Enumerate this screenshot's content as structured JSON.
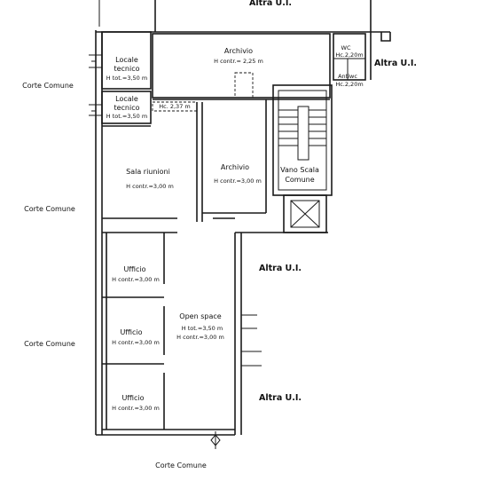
{
  "rooms": {
    "archivio_top": {
      "name": "Archivio",
      "height": "H contr.= 2,25 m"
    },
    "locale_tecnico_1": {
      "line1": "Locale",
      "line2": "tecnico",
      "height": "H tot.=3,50 m"
    },
    "locale_tecnico_2": {
      "line1": "Locale",
      "line2": "tecnico",
      "height": "H tot.=3,50 m"
    },
    "wc": {
      "name": "WC",
      "height": "Hc.2,20m"
    },
    "antiwc": {
      "name": "Antiwc",
      "height": "Hc.2,20m"
    },
    "hc_dashed": {
      "height": "Hc. 2,37 m"
    },
    "sala_riunioni": {
      "name": "Sala riunioni",
      "height": "H contr.=3,00 m"
    },
    "archivio_mid": {
      "name": "Archivio",
      "height": "H contr.=3,00 m"
    },
    "vano_scala": {
      "line1": "Vano Scala",
      "line2": "Comune"
    },
    "ufficio_1": {
      "name": "Ufficio",
      "height": "H contr.=3,00 m"
    },
    "ufficio_2": {
      "name": "Ufficio",
      "height": "H contr.=3,00 m"
    },
    "ufficio_3": {
      "name": "Ufficio",
      "height": "H contr.=3,00 m"
    },
    "open_space": {
      "name": "Open space",
      "height_tot": "H tot.=3,50 m",
      "height_contr": "H contr.=3,00 m"
    }
  },
  "exterior": {
    "corte_1": "Corte Comune",
    "corte_2": "Corte Comune",
    "corte_3": "Corte Comune",
    "corte_bottom": "Corte Comune",
    "altra_top": "Altra U.I.",
    "altra_right_top": "Altra U.I.",
    "altra_right_mid": "Altra U.I.",
    "altra_right_bottom": "Altra U.I."
  }
}
